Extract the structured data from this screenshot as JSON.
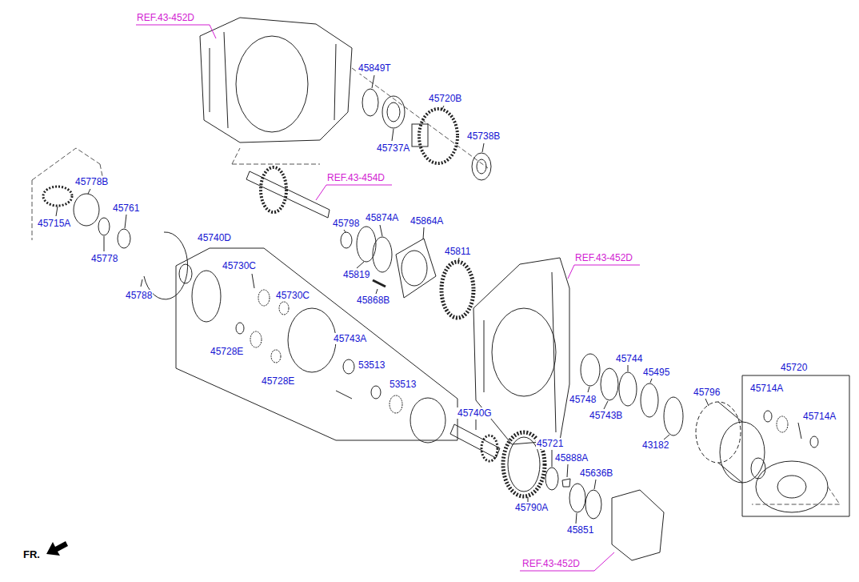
{
  "diagram": {
    "nodes": [
      {
        "text": [
          "45740D",
          "45730C",
          "45730C",
          "45728E",
          "45728E",
          "45743A",
          "53513",
          "53513"
        ]
      },
      {
        "text": [
          "45720",
          "45714A",
          "45714A"
        ]
      }
    ],
    "labels": [
      "REF.43-452D",
      "REF.43-454D",
      "REF.43-452D",
      "REF.43-452D",
      "45849T",
      "45720B",
      "45737A",
      "45738B",
      "45778B",
      "45715A",
      "45761",
      "45778",
      "45788",
      "45798",
      "45874A",
      "45864A",
      "45819",
      "45868B",
      "45811",
      "45748",
      "45744",
      "45743B",
      "45495",
      "45796",
      "43182",
      "45740G",
      "45721",
      "45888A",
      "45790A",
      "45636B",
      "45851",
      "FR."
    ]
  }
}
